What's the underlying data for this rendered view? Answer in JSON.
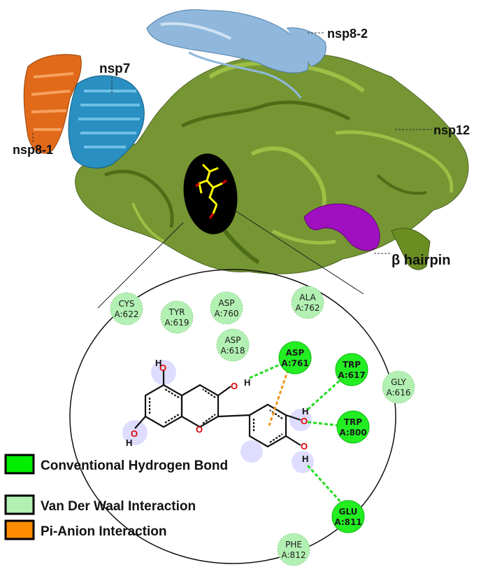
{
  "labels": {
    "nsp8_2": "nsp8-2",
    "nsp7": "nsp7",
    "nsp12": "nsp12",
    "nsp8_1": "nsp8-1",
    "beta_hairpin": "β hairpin"
  },
  "residues": [
    {
      "name": "CYS",
      "id": "A:622",
      "type": "vdw"
    },
    {
      "name": "TYR",
      "id": "A:619",
      "type": "vdw"
    },
    {
      "name": "ASP",
      "id": "A:760",
      "type": "vdw"
    },
    {
      "name": "ALA",
      "id": "A:762",
      "type": "vdw"
    },
    {
      "name": "ASP",
      "id": "A:618",
      "type": "vdw"
    },
    {
      "name": "ASP",
      "id": "A:761",
      "type": "hbond"
    },
    {
      "name": "TRP",
      "id": "A:617",
      "type": "hbond"
    },
    {
      "name": "GLY",
      "id": "A:616",
      "type": "vdw"
    },
    {
      "name": "TRP",
      "id": "A:800",
      "type": "hbond"
    },
    {
      "name": "GLU",
      "id": "A:811",
      "type": "hbond"
    },
    {
      "name": "PHE",
      "id": "A:812",
      "type": "vdw"
    }
  ],
  "atoms": {
    "oxygen": "O",
    "hydrogen": "H"
  },
  "legend": [
    {
      "label": "Conventional Hydrogen Bond",
      "color": "#00ee00"
    },
    {
      "label": "Van Der Waal Interaction",
      "color": "#b3f0b3"
    },
    {
      "label": "Pi-Anion Interaction",
      "color": "#ff8c00"
    }
  ],
  "colors": {
    "nsp12": "#6b8e23",
    "nsp7": "#2a8fc1",
    "nsp8_1": "#e06a1a",
    "nsp8_2": "#8fb8dc",
    "beta_hairpin": "#a010c0",
    "ligand": "#ffff00",
    "hbond_line": "#22dd22",
    "pi_anion_line": "#ee9a22",
    "oxygen": "#dd0000"
  }
}
